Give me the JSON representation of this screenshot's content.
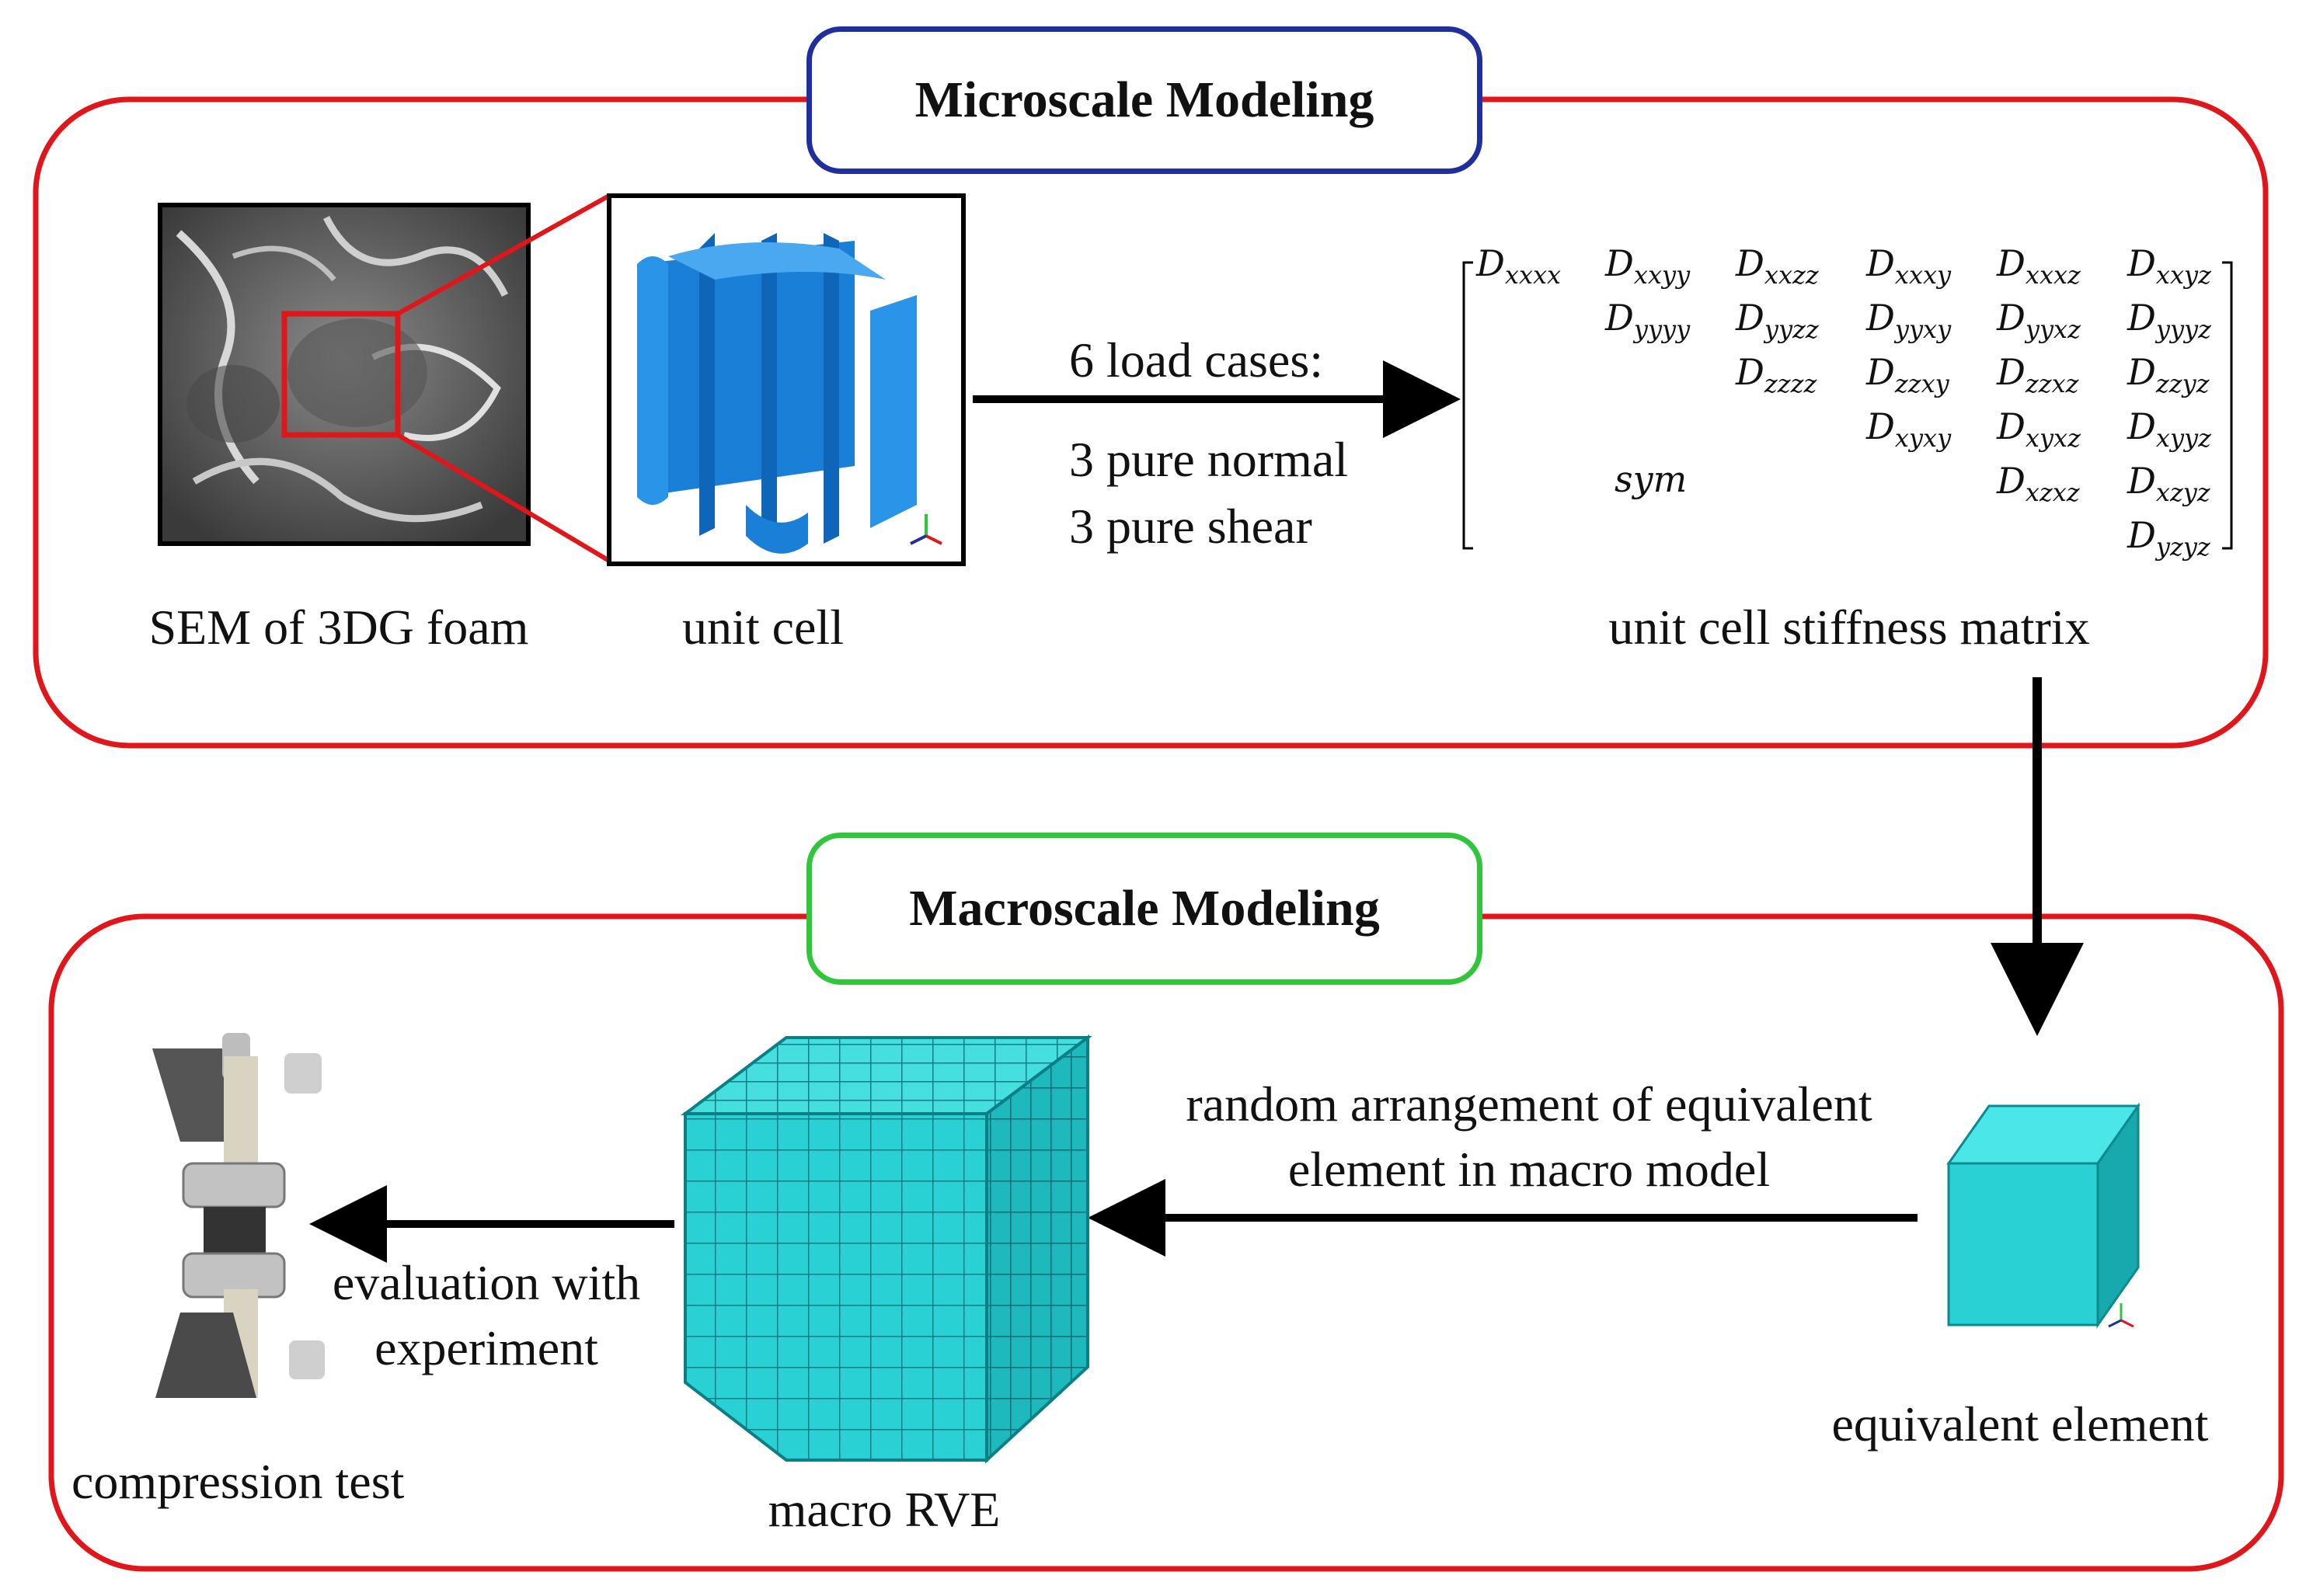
{
  "colors": {
    "micro_frame": "#e0161b",
    "micro_title_border": "#1f2f9e",
    "macro_frame": "#e0161b",
    "macro_title_border": "#2fc63c",
    "unit_cell_blue": "#1a7fd6",
    "rve_cyan": "#2ad1d4",
    "arrow": "#000000"
  },
  "micro": {
    "title": "Microscale Modeling",
    "sem_caption": "SEM of 3DG foam",
    "unit_cell_caption": "unit cell",
    "load_cases_title": "6 load cases:",
    "load_case_1": "3 pure normal",
    "load_case_2": "3 pure shear",
    "matrix_caption": "unit cell stiffness matrix",
    "matrix_sym": "sym",
    "matrix": {
      "r0c0": "xxxx",
      "r0c1": "xxyy",
      "r0c2": "xxzz",
      "r0c3": "xxxy",
      "r0c4": "xxxz",
      "r0c5": "xxyz",
      "r1c1": "yyyy",
      "r1c2": "yyzz",
      "r1c3": "yyxy",
      "r1c4": "yyxz",
      "r1c5": "yyyz",
      "r2c2": "zzzz",
      "r2c3": "zzxy",
      "r2c4": "zzxz",
      "r2c5": "zzyz",
      "r3c3": "xyxy",
      "r3c4": "xyxz",
      "r3c5": "xyyz",
      "r4c4": "xzxz",
      "r4c5": "xzyz",
      "r5c5": "yzyz"
    }
  },
  "macro": {
    "title": "Macroscale Modeling",
    "arrangement_line1": "random arrangement of equivalent",
    "arrangement_line2": "element in macro model",
    "evaluation_line1": "evaluation with",
    "evaluation_line2": "experiment",
    "compression_caption": "compression test",
    "rve_caption": "macro RVE",
    "element_caption": "equivalent element"
  },
  "icons": [
    "sem-image",
    "unit-cell-model",
    "axis-triad-icon",
    "macro-rve-cube",
    "equivalent-element-cube",
    "compression-test-photo"
  ]
}
